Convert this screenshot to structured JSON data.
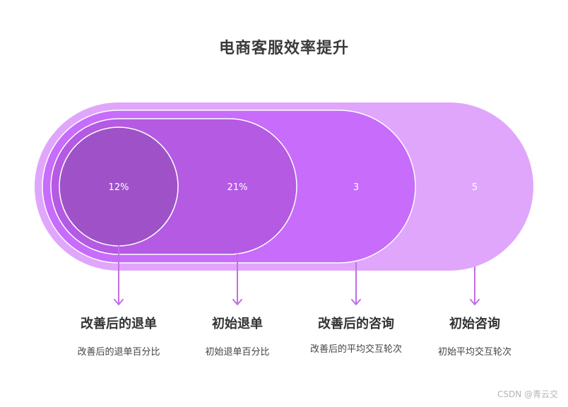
{
  "title": "电商客服效率提升",
  "colors": {
    "outer": "#e0a6fb",
    "third": "#c76cfb",
    "second": "#b45ae3",
    "inner": "#9f52c8",
    "arrow": "#c06ee8"
  },
  "layers": [
    {
      "value": "12%",
      "name": "改善后的退单",
      "desc": "改善后的退单百分比"
    },
    {
      "value": "21%",
      "name": "初始退单",
      "desc": "初始退单百分比"
    },
    {
      "value": "3",
      "name": "改善后的咨询",
      "desc": "改善后的平均交互轮次"
    },
    {
      "value": "5",
      "name": "初始咨询",
      "desc": "初始平均交互轮次"
    }
  ],
  "watermark": "CSDN @青云交"
}
